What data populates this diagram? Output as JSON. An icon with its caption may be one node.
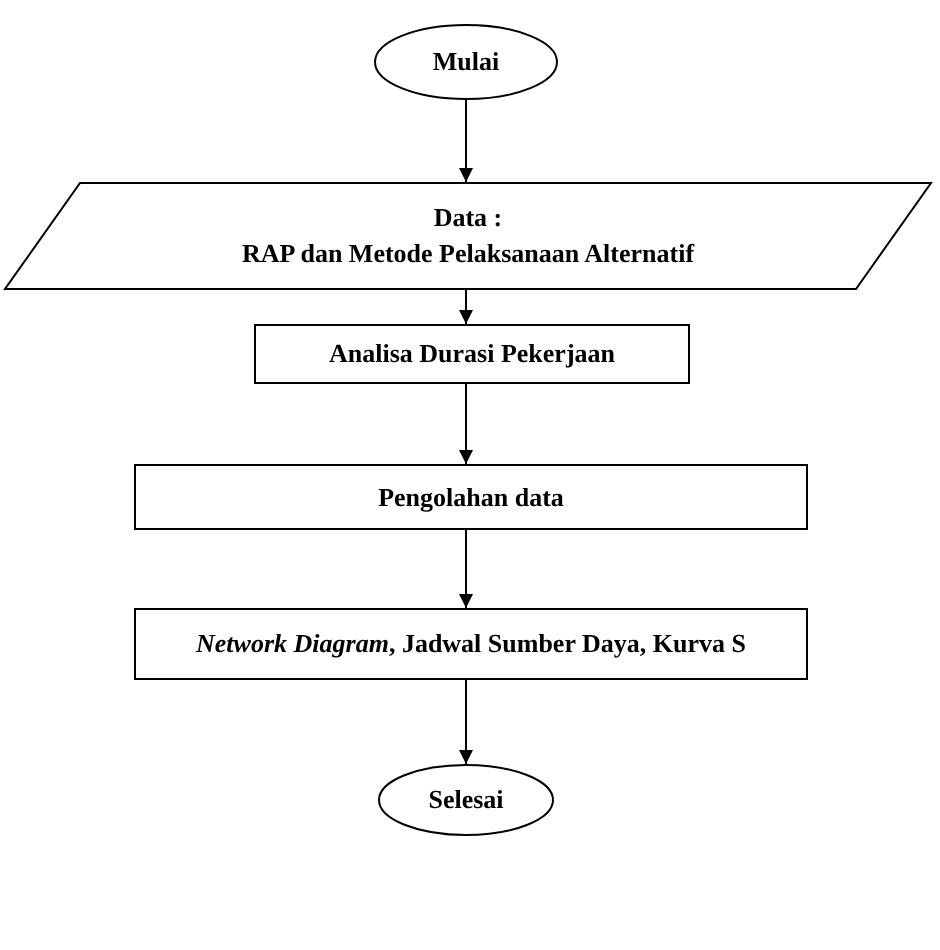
{
  "diagram": {
    "nodes": [
      {
        "text": [
          "Mulai"
        ]
      },
      {
        "text": [
          "Data :",
          "RAP dan Metode Pelaksanaan Alternatif"
        ]
      },
      {
        "text": [
          "Analisa Durasi Pekerjaan"
        ]
      },
      {
        "text": [
          "Pengolahan data"
        ]
      },
      {
        "text": [
          "*Network Diagram*, Jadwal Sumber Daya, Kurva S"
        ]
      },
      {
        "text": [
          "Selesai"
        ]
      }
    ],
    "edges": [
      {
        "from": 0,
        "to": 1,
        "arrow": "to"
      },
      {
        "from": 1,
        "to": 2,
        "arrow": "to"
      },
      {
        "from": 2,
        "to": 3,
        "arrow": "to"
      },
      {
        "from": 3,
        "to": 4,
        "arrow": "to"
      },
      {
        "from": 4,
        "to": 5,
        "arrow": "to"
      }
    ]
  }
}
